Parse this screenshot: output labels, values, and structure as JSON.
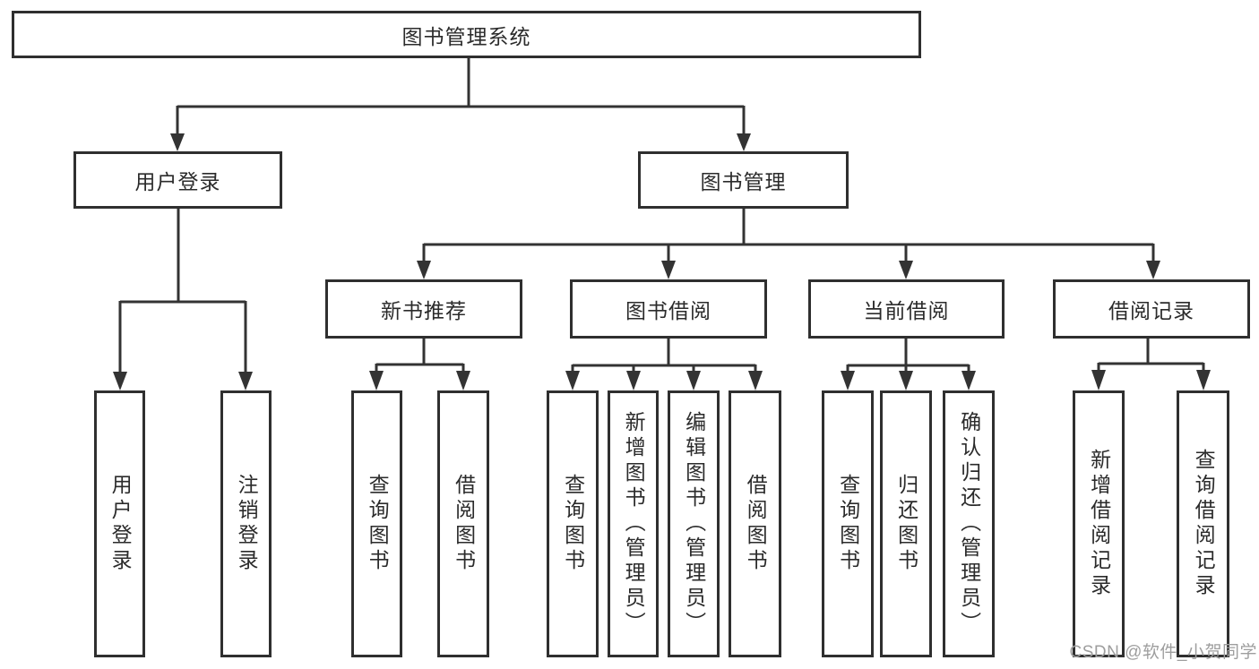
{
  "diagram": {
    "root": {
      "label": "图书管理系统"
    },
    "branches": [
      {
        "label": "用户登录",
        "children": [
          {
            "label": "用户登录"
          },
          {
            "label": "注销登录"
          }
        ]
      },
      {
        "label": "图书管理",
        "children": [
          {
            "label": "新书推荐",
            "children": [
              {
                "label": "查询图书"
              },
              {
                "label": "借阅图书"
              }
            ]
          },
          {
            "label": "图书借阅",
            "children": [
              {
                "label": "查询图书"
              },
              {
                "label": "新增图书（管理员）"
              },
              {
                "label": "编辑图书（管理员）"
              },
              {
                "label": "借阅图书"
              }
            ]
          },
          {
            "label": "当前借阅",
            "children": [
              {
                "label": "查询图书"
              },
              {
                "label": "归还图书"
              },
              {
                "label": "确认归还（管理员）"
              }
            ]
          },
          {
            "label": "借阅记录",
            "children": [
              {
                "label": "新增借阅记录"
              },
              {
                "label": "查询借阅记录"
              }
            ]
          }
        ]
      }
    ]
  },
  "watermark": {
    "text": "CSDN @软件_小贺同学",
    "color": "#9e9e9e"
  },
  "colors": {
    "line": "#333333",
    "box_border": "#2f2f2f",
    "text": "#2b2b2b",
    "background": "#ffffff"
  }
}
